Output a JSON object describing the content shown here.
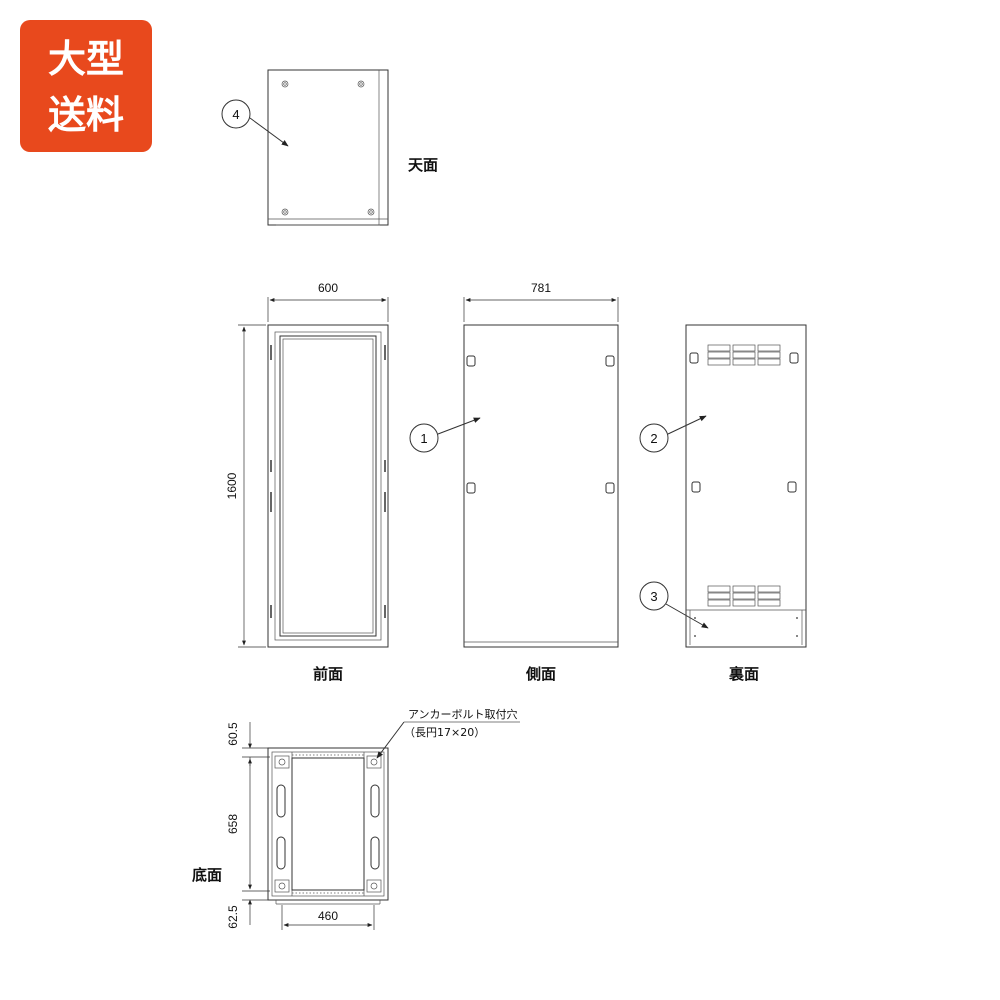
{
  "badge": {
    "line1": "大型",
    "line2": "送料",
    "color": "#e8491d"
  },
  "views": {
    "top": "天面",
    "front": "前面",
    "side": "側面",
    "back": "裏面",
    "bottom": "底面"
  },
  "dimensions": {
    "width": "600",
    "depth": "781",
    "height": "1600",
    "bottom_front": "60.5",
    "bottom_span": "658",
    "bottom_rear": "62.5",
    "bottom_width": "460"
  },
  "callouts": {
    "c1": "1",
    "c2": "2",
    "c3": "3",
    "c4": "4"
  },
  "note": {
    "line1": "アンカーボルト取付穴",
    "line2": "（長円17×20）"
  }
}
